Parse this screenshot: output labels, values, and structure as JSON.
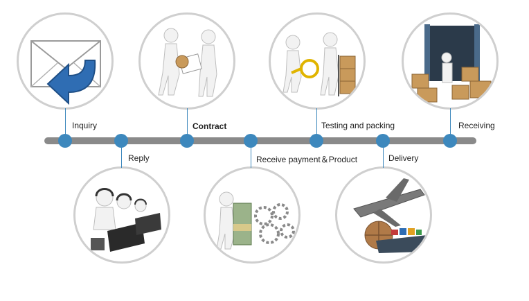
{
  "steps": [
    {
      "label": "Inquiry",
      "icon": "envelope-reply-icon"
    },
    {
      "label": "Reply",
      "icon": "call-center-icon"
    },
    {
      "label": "Contract",
      "icon": "contract-handshake-icon"
    },
    {
      "label": "Receive payment＆Product",
      "icon": "money-gears-icon"
    },
    {
      "label": "Testing and packing",
      "icon": "inspection-packing-icon"
    },
    {
      "label": "Delivery",
      "icon": "plane-ship-globe-icon"
    },
    {
      "label": "Receiving",
      "icon": "container-boxes-icon"
    }
  ],
  "colors": {
    "node": "#3d88bd",
    "bar": "#8a8a8a",
    "circle_border": "#cfcfcf",
    "figure": "#f2f2f2",
    "box": "#c99a5b",
    "envelope_arrow": "#2f6db3"
  }
}
